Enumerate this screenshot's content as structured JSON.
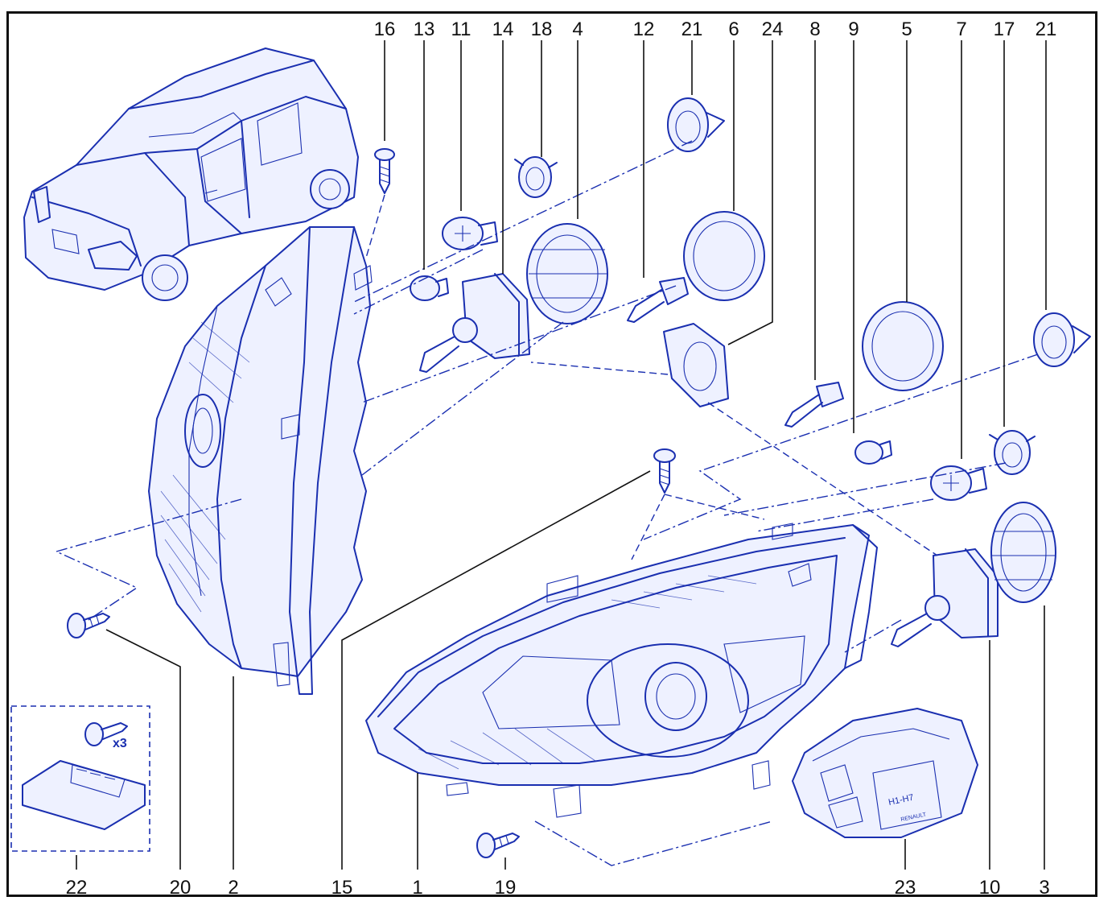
{
  "diagram": {
    "callouts_top": [
      "16",
      "13",
      "11",
      "14",
      "18",
      "4",
      "12",
      "21",
      "6",
      "24",
      "8",
      "9",
      "5",
      "7",
      "17",
      "21"
    ],
    "callouts_bottom": [
      "22",
      "20",
      "2",
      "15",
      "1",
      "19",
      "23",
      "10",
      "3"
    ],
    "kit_quantity": "x3",
    "bulb_box_text": "H1-H7",
    "bulb_box_brand": "RENAULT"
  },
  "colors": {
    "line_art": "#1a2fb0",
    "callout_text": "#111111",
    "frame": "#111111"
  },
  "icons": [
    "car-icon",
    "headlamp-icon",
    "screw-icon",
    "bulb-icon",
    "bulb-holder-icon",
    "cap-icon",
    "ballast-icon",
    "bulb-kit-box-icon"
  ]
}
